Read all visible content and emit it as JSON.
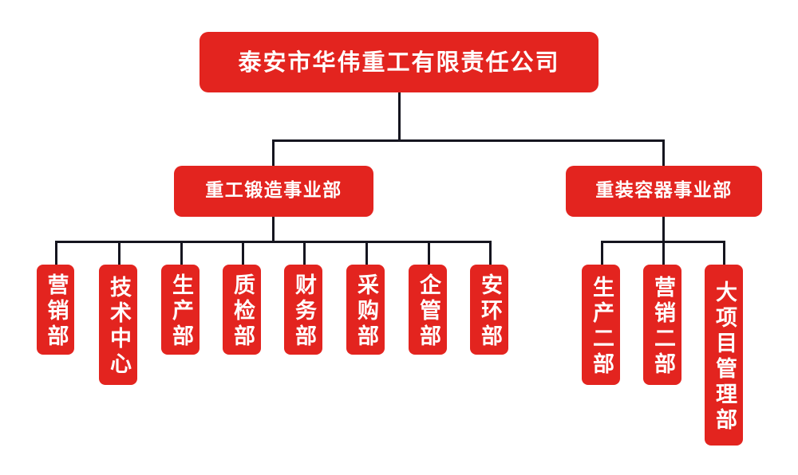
{
  "chart": {
    "type": "org-chart",
    "title_text": "泰安市华伟重工有限责任公司",
    "colors": {
      "node_fill": "#e3241f",
      "node_text": "#ffffff",
      "connector": "#15151f",
      "background": "#ffffff"
    },
    "root": {
      "id": "root",
      "label": "泰安市华伟重工有限责任公司",
      "level": 0
    },
    "divisions": [
      {
        "id": "div-forging",
        "label": "重工锻造事业部",
        "level": 1,
        "children_count": 8
      },
      {
        "id": "div-vessel",
        "label": "重装容器事业部",
        "level": 1,
        "children_count": 3
      }
    ],
    "departments_left": [
      {
        "id": "dept-marketing",
        "label": "营销部",
        "chars": 3
      },
      {
        "id": "dept-tech-center",
        "label": "技术中心",
        "chars": 4
      },
      {
        "id": "dept-production",
        "label": "生产部",
        "chars": 3
      },
      {
        "id": "dept-quality",
        "label": "质检部",
        "chars": 3
      },
      {
        "id": "dept-finance",
        "label": "财务部",
        "chars": 3
      },
      {
        "id": "dept-purchasing",
        "label": "采购部",
        "chars": 3
      },
      {
        "id": "dept-enterprise-mgmt",
        "label": "企管部",
        "chars": 3
      },
      {
        "id": "dept-safety-env",
        "label": "安环部",
        "chars": 3
      }
    ],
    "departments_right": [
      {
        "id": "dept-production-2",
        "label": "生产二部",
        "chars": 4
      },
      {
        "id": "dept-marketing-2",
        "label": "营销二部",
        "chars": 4
      },
      {
        "id": "dept-major-project-mgmt",
        "label": "大项目管理部",
        "chars": 6
      }
    ]
  }
}
